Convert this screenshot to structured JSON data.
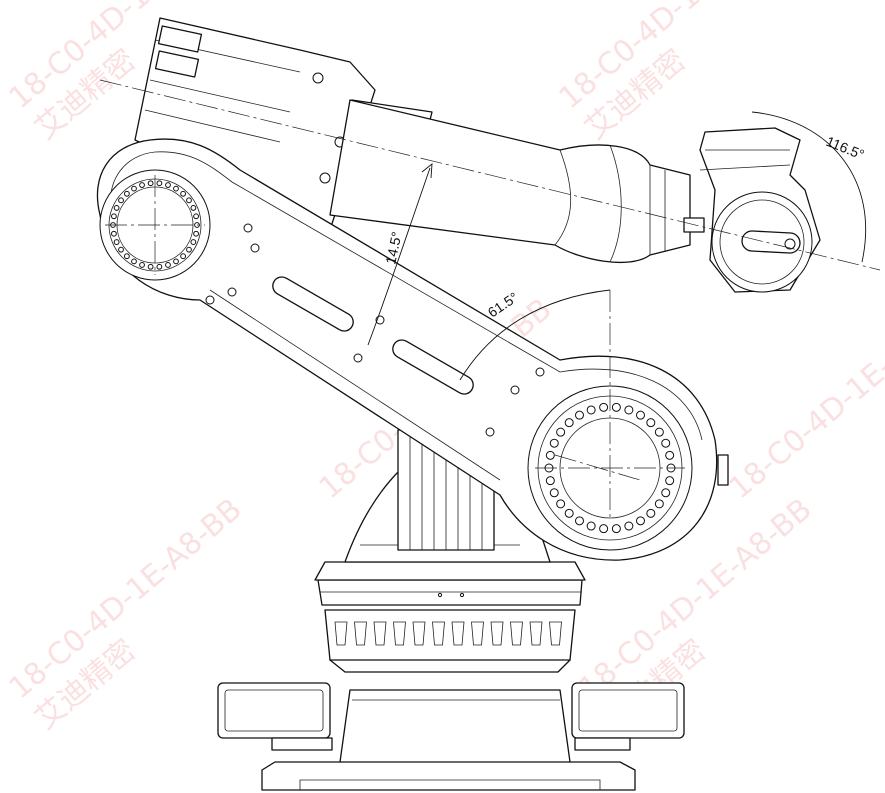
{
  "dimensions": {
    "wrist_angle": "116.5°",
    "upper_arm_angle": "14.5°",
    "lower_arm_angle": "61.5°"
  },
  "watermark": {
    "code": "18-C0-4D-1E-A8-BB",
    "name": "艾迪精密",
    "color": "#f2a9a9"
  },
  "line_color": "#111111"
}
